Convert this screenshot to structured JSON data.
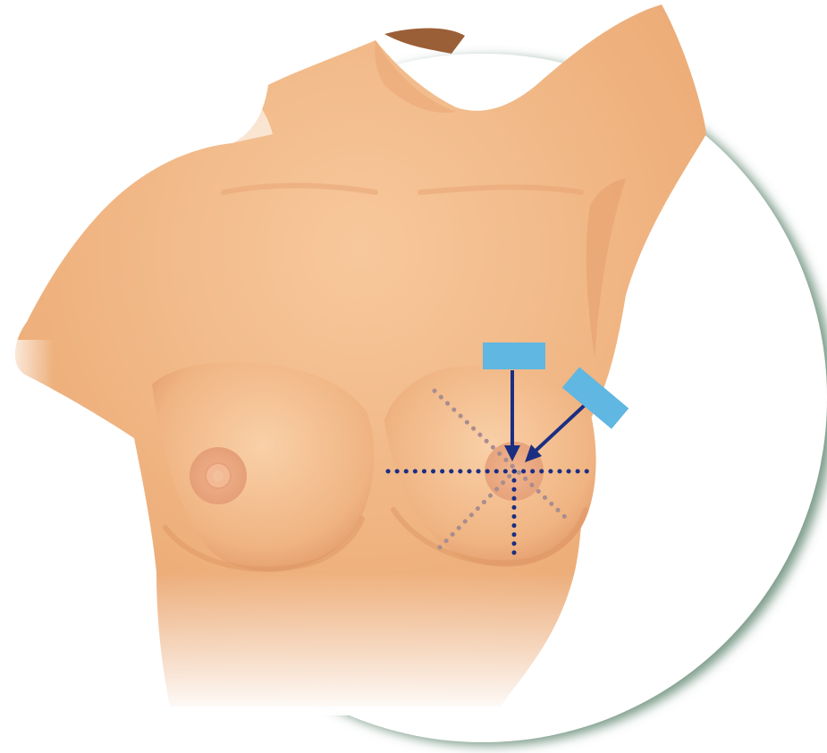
{
  "colors": {
    "background": "#ffffff",
    "backdrop_circle": "#ffffff",
    "backdrop_shadow": "#4f7a62",
    "skin_light": "#f7c89c",
    "skin_mid": "#eeb07c",
    "skin_shadow": "#d89062",
    "hair": "#9b5f38",
    "areola": "#e59f78",
    "nipple": "#f0b38d",
    "probe": "#5fb7e2",
    "arrow": "#1b2f82",
    "dotted_axis": "#1b2f82",
    "dotted_diagonal": "#a98c8e"
  },
  "figure": {
    "subject": "front-torso-breast-illustration",
    "marked_side": "right-of-image",
    "probe_count": 2,
    "probe_orientations": [
      "horizontal",
      "oblique"
    ],
    "scan_pattern": "radial",
    "radial_lines": [
      "horizontal-axis",
      "vertical-axis",
      "diagonal-upper-left-to-lower-right",
      "diagonal-upper-right-to-lower-left"
    ]
  }
}
